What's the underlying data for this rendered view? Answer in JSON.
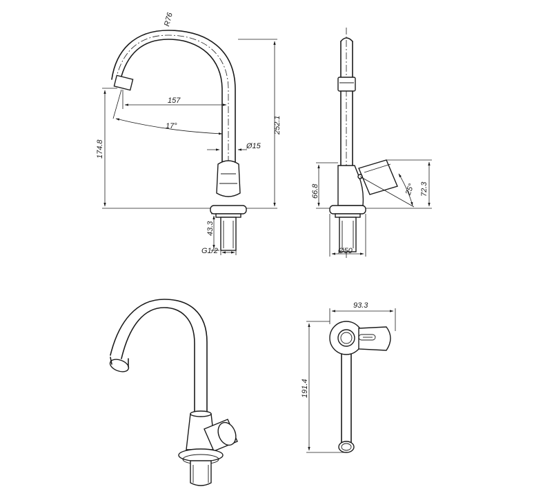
{
  "views": {
    "front": {
      "dimensions": {
        "radius": "R76",
        "spout_reach": "157",
        "spout_angle": "17°",
        "pipe_diameter": "Ø15",
        "height_total": "252.1",
        "height_outlet": "174.8",
        "shank_length": "43.3",
        "thread": "G1/2"
      }
    },
    "side": {
      "dimensions": {
        "body_height": "66.8",
        "handle_height": "72.3",
        "handle_angle": "25°",
        "base_diameter": "Ø50"
      }
    },
    "top": {
      "dimensions": {
        "depth": "93.3",
        "length": "191.4"
      }
    }
  }
}
